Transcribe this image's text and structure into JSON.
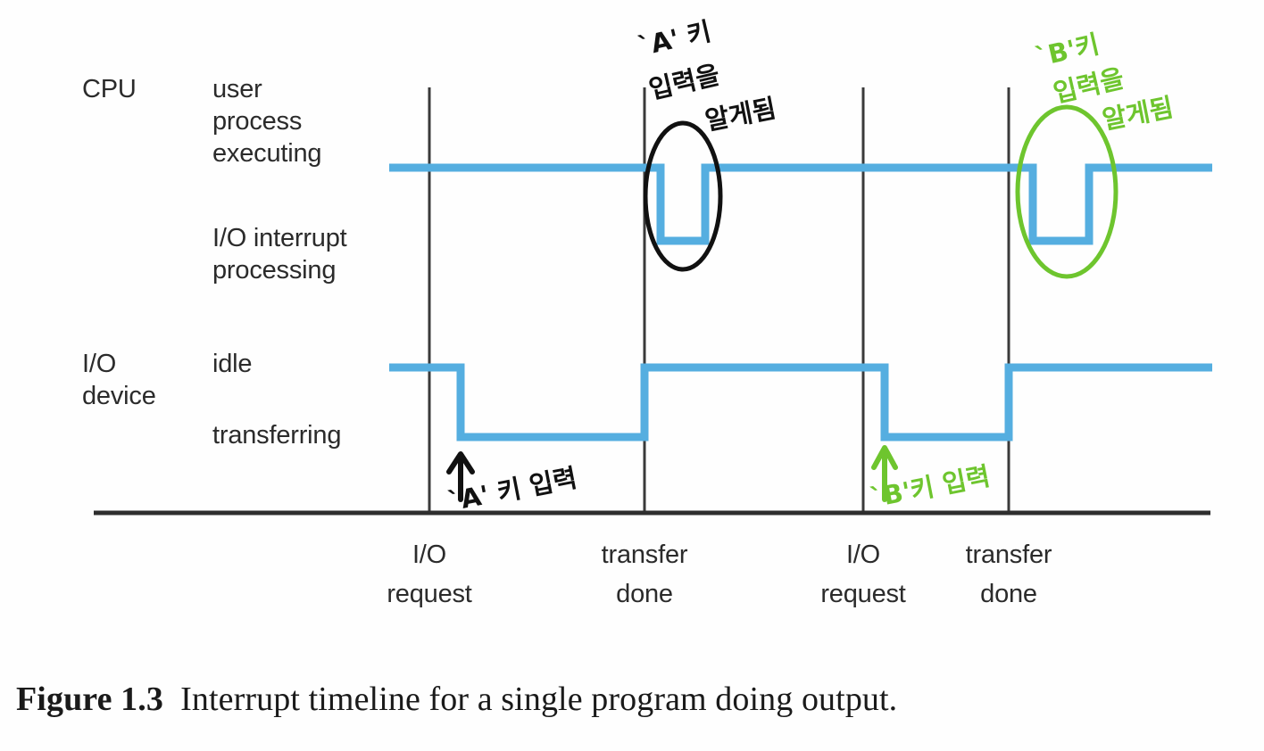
{
  "figure": {
    "caption_number": "Figure 1.3",
    "caption_text": "Interrupt timeline for a single program doing output."
  },
  "rows": {
    "cpu": {
      "group_label": "CPU",
      "state_high": "user\nprocess\nexecuting",
      "state_low": "I/O interrupt\nprocessing"
    },
    "io": {
      "group_label": "I/O\ndevice",
      "state_high": "idle",
      "state_low": "transferring"
    }
  },
  "ticks": [
    {
      "label": "I/O\nrequest",
      "x": 481
    },
    {
      "label": "transfer\ndone",
      "x": 722
    },
    {
      "label": "I/O\nrequest",
      "x": 967
    },
    {
      "label": "transfer\ndone",
      "x": 1130
    }
  ],
  "annotations": [
    {
      "id": "ann-a-key-learned",
      "color": "#111111",
      "lines": [
        "`A' 키",
        "입력을",
        "알게됨"
      ]
    },
    {
      "id": "ann-b-key-learned",
      "color": "#6EC52E",
      "lines": [
        "`B'키",
        "입력을",
        "알게됨"
      ]
    },
    {
      "id": "ann-a-key-input",
      "color": "#111111",
      "text": "`A' 키 입력"
    },
    {
      "id": "ann-b-key-input",
      "color": "#6EC52E",
      "text": "`B'키 입력"
    }
  ],
  "colors": {
    "signal": "#55AEE0",
    "axis": "#3a3a3a",
    "highlight_black": "#111111",
    "highlight_green": "#6EC52E",
    "text": "#2b2b2b"
  },
  "chart_data": {
    "type": "line",
    "title": "Interrupt timeline for a single program doing output.",
    "xlabel": "",
    "ylabel": "",
    "grid": false,
    "legend": "none",
    "x_ticks": [
      481,
      722,
      967,
      1130
    ],
    "x_tick_labels": [
      "I/O request",
      "transfer done",
      "I/O request",
      "transfer done"
    ],
    "x_range": [
      436,
      1358
    ],
    "series": [
      {
        "name": "CPU",
        "levels": [
          "user process executing",
          "I/O interrupt processing"
        ],
        "level_y": {
          "user process executing": 188,
          "I/O interrupt processing": 270
        },
        "points": [
          {
            "x": 436,
            "state": "user process executing"
          },
          {
            "x": 740,
            "state": "user process executing"
          },
          {
            "x": 740,
            "state": "I/O interrupt processing"
          },
          {
            "x": 790,
            "state": "I/O interrupt processing"
          },
          {
            "x": 790,
            "state": "user process executing"
          },
          {
            "x": 1157,
            "state": "user process executing"
          },
          {
            "x": 1157,
            "state": "I/O interrupt processing"
          },
          {
            "x": 1220,
            "state": "I/O interrupt processing"
          },
          {
            "x": 1220,
            "state": "user process executing"
          },
          {
            "x": 1358,
            "state": "user process executing"
          }
        ]
      },
      {
        "name": "I/O device",
        "levels": [
          "idle",
          "transferring"
        ],
        "level_y": {
          "idle": 412,
          "transferring": 490
        },
        "points": [
          {
            "x": 436,
            "state": "idle"
          },
          {
            "x": 516,
            "state": "idle"
          },
          {
            "x": 516,
            "state": "transferring"
          },
          {
            "x": 722,
            "state": "transferring"
          },
          {
            "x": 722,
            "state": "idle"
          },
          {
            "x": 991,
            "state": "idle"
          },
          {
            "x": 991,
            "state": "transferring"
          },
          {
            "x": 1130,
            "state": "transferring"
          },
          {
            "x": 1130,
            "state": "idle"
          },
          {
            "x": 1358,
            "state": "idle"
          }
        ]
      }
    ],
    "highlights": [
      {
        "name": "A-interrupt-ellipse",
        "cx": 765,
        "cy": 220,
        "rx": 42,
        "ry": 82,
        "color": "#111111"
      },
      {
        "name": "B-interrupt-ellipse",
        "cx": 1195,
        "cy": 215,
        "rx": 55,
        "ry": 95,
        "color": "#6EC52E"
      }
    ]
  }
}
